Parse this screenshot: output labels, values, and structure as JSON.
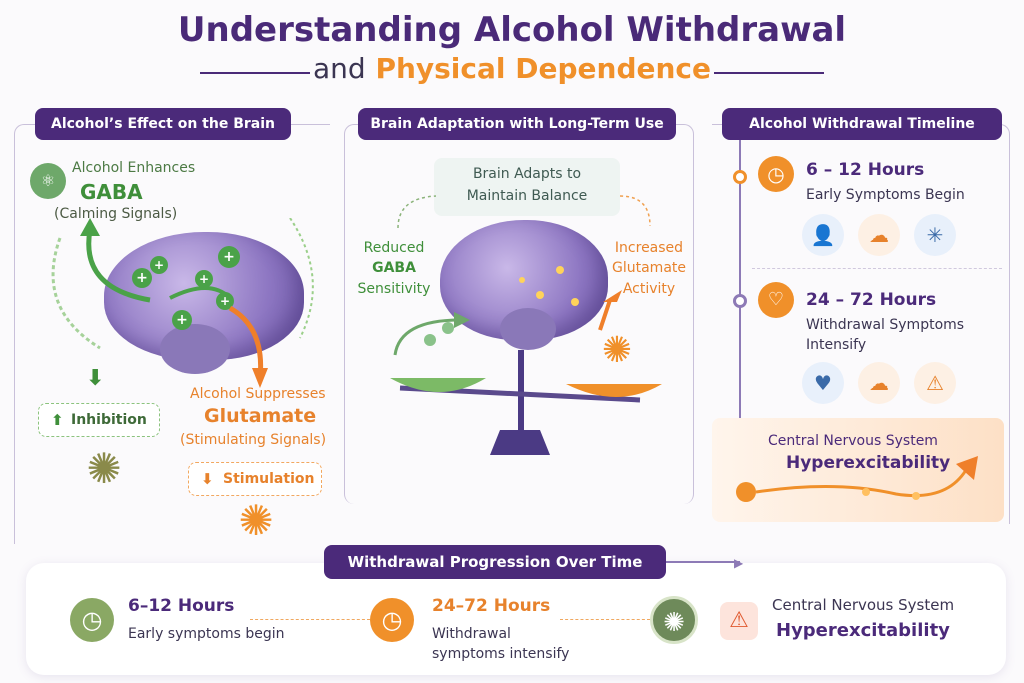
{
  "header": {
    "title_line1": "Understanding Alcohol Withdrawal",
    "title_and": "and",
    "title_highlight": "Physical Dependence"
  },
  "panel1": {
    "heading": "Alcohol’s Effect on the Brain",
    "enhances_label": "Alcohol Enhances",
    "gaba": "GABA",
    "gaba_sub": "(Calming Signals)",
    "inhibition": "Inhibition",
    "suppresses_label": "Alcohol Suppresses",
    "glutamate": "Glutamate",
    "glutamate_sub": "(Stimulating Signals)",
    "stimulation": "Stimulation"
  },
  "panel2": {
    "heading": "Brain Adaptation with Long-Term Use",
    "adapts_line1": "Brain Adapts to",
    "adapts_line2": "Maintain Balance",
    "reduced_line1": "Reduced",
    "reduced_line2": "GABA",
    "reduced_line3": "Sensitivity",
    "increased_line1": "Increased",
    "increased_line2": "Glutamate",
    "increased_line3": "Activity"
  },
  "panel3": {
    "heading": "Alcohol Withdrawal Timeline",
    "stage1_time": "6 – 12 Hours",
    "stage1_desc": "Early Symptoms Begin",
    "stage2_time": "24 – 72 Hours",
    "stage2_desc_line1": "Withdrawal Symptoms",
    "stage2_desc_line2": "Intensify",
    "stage3_line1": "Central Nervous System",
    "stage3_line2": "Hyperexcitability"
  },
  "progression": {
    "heading": "Withdrawal Progression Over Time",
    "step1_time": "6–12 Hours",
    "step1_desc": "Early symptoms begin",
    "step2_time": "24–72 Hours",
    "step2_desc_line1": "Withdrawal",
    "step2_desc_line2": "symptoms intensify",
    "step3_line1": "Central Nervous System",
    "step3_line2": "Hyperexcitability"
  },
  "colors": {
    "purple": "#4b2a7a",
    "orange": "#e7822c",
    "green": "#3f8f3a"
  },
  "icons": [
    "clock-icon",
    "person-icon",
    "brain-icon",
    "network-icon",
    "heartbeat-icon",
    "warning-icon",
    "neuron-icon",
    "plus-icon",
    "arrow-up-icon",
    "arrow-down-icon"
  ]
}
